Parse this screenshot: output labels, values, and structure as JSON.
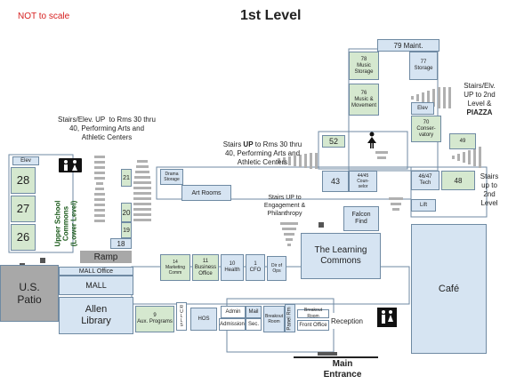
{
  "header": {
    "note": "NOT to scale",
    "title": "1st Level",
    "note_color": "#d62020"
  },
  "colors": {
    "blue_room": "#d6e4f2",
    "green_room": "#d5e8cf",
    "corridor": "#ffffff",
    "stairs": "#b0b0b0",
    "border": "#6f8aa3"
  },
  "rooms": {
    "maint": "79 Maint.",
    "music_storage": "78\nMusic\nStorage",
    "storage77": "77\nStorage",
    "music_movement": "76\nMusic &\nMovement",
    "elev_right": "Elev",
    "conservatory": "70\nConser-\nvatory",
    "r49": "49",
    "r52": "52",
    "r43": "43",
    "counselor": "44/45\nCoun-\nselor",
    "tech": "46/47\nTech",
    "r48": "48",
    "lift": "Lift",
    "falcon_find": "Falcon\nFind",
    "learning_commons": "The Learning\nCommons",
    "cafe": "Café",
    "elev_left": "Elev",
    "r28": "28",
    "r27": "27",
    "r26": "26",
    "upper_commons": "Upper School\nCommons\n(Lower Level)",
    "r21": "21",
    "r20": "20",
    "r19": "19",
    "r18": "18",
    "ramp": "Ramp",
    "drama_storage": "Drama\nStorage",
    "art_rooms": "Art Rooms",
    "marketing": "14\nMarketing\nComm",
    "business": "11\nBusiness\nOffice",
    "health": "10\nHealth",
    "cfo": "1\nCFO",
    "dir_ops": "Dir of\nOps",
    "us_patio": "U.S.\nPatio",
    "mall_office": "MALL Office",
    "mall": "MALL",
    "allen_library": "Allen\nLibrary",
    "aux_programs": "9\nAux. Programs",
    "rolls": "R\nU\nL\nL\nS",
    "hos": "HOS",
    "admin": "Admin",
    "admission": "Admission",
    "mail": "Mail",
    "sec": "Sec.",
    "breakout_left": "Breakout\nRoom",
    "panel_rm": "Panel Rm",
    "breakout_right": "Breakout Room",
    "front_office": "Front Office",
    "reception": "Reception"
  },
  "labels": {
    "stairs_left": "Stairs/Elev. UP  to Rms 30 thru\n40, Performing Arts and\nAthletic Centers",
    "stairs_mid_pre": "Stairs ",
    "stairs_mid_up": "UP",
    "stairs_mid_post": " to Rms 30 thru\n40, Performing Arts and\nAthletic Centers",
    "stairs_engagement": "Stairs UP to\nEngagement &\nPhilanthropy",
    "stairs_piazza_top": "Stairs/Elv.\nUP to 2nd\nLevel &",
    "stairs_piazza_bold": "PIAZZA",
    "stairs_2nd": "Stairs\nup to\n2nd\nLevel",
    "main_entrance": "Main\nEntrance"
  }
}
